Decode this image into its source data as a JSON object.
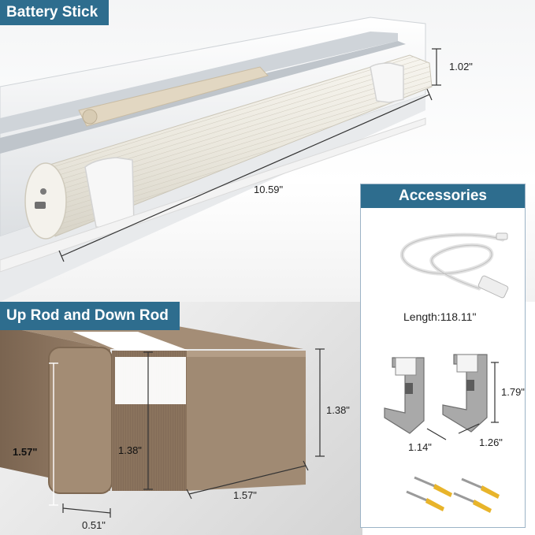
{
  "battery_stick": {
    "title": "Battery Stick",
    "dim_height": "1.02\"",
    "dim_length": "10.59\""
  },
  "rod": {
    "title": "Up Rod and Down Rod",
    "dim_left_height": "1.57\"",
    "dim_inner_height": "1.38\"",
    "dim_right_height": "1.38\"",
    "dim_width": "1.57\"",
    "dim_depth": "0.51\""
  },
  "accessories": {
    "title": "Accessories",
    "cable_length": "Length:118.11\"",
    "bracket_height": "1.79\"",
    "bracket_width_left": "1.14\"",
    "bracket_width_right": "1.26\""
  },
  "colors": {
    "title_bar": "#2e6d8e",
    "rod_brown": "#8c7560",
    "screw_yellow": "#e8b42a"
  }
}
